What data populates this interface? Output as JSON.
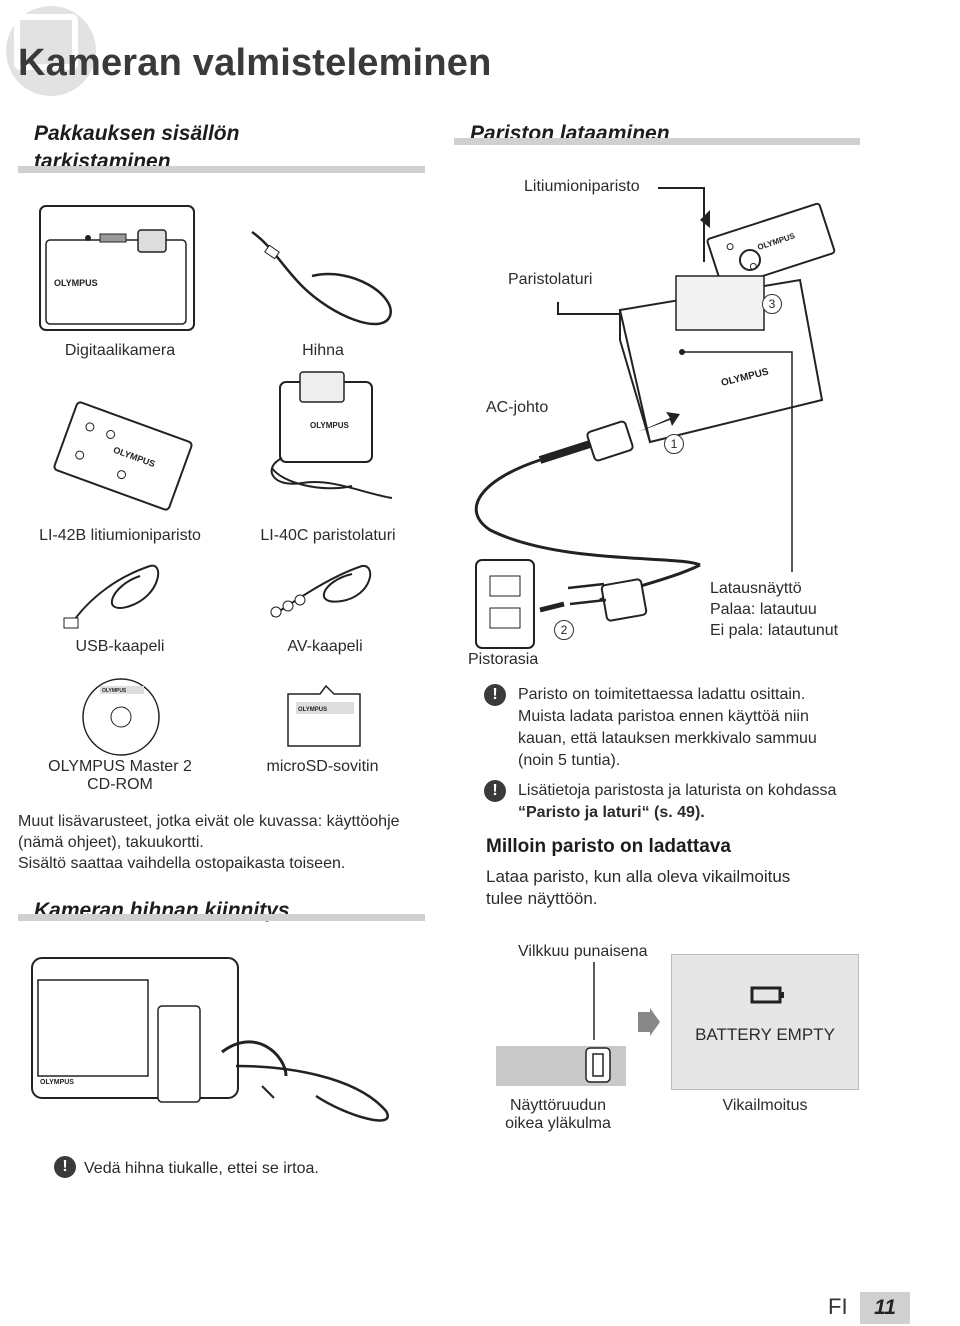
{
  "title": "Kameran valmisteleminen",
  "sections": {
    "contents": {
      "heading_line1": "Pakkauksen sisällön",
      "heading_line2": "tarkistaminen",
      "items": {
        "camera": "Digitaalikamera",
        "strap": "Hihna",
        "battery": "LI-42B litiumioniparisto",
        "charger": "LI-40C paristolaturi",
        "usb": "USB-kaapeli",
        "av": "AV-kaapeli",
        "cd_line1": "OLYMPUS Master 2",
        "cd_line2": "CD-ROM",
        "sd": "microSD-sovitin"
      },
      "note_line1": "Muut lisävarusteet, jotka eivät ole kuvassa: käyttöohje",
      "note_line2": "(nämä ohjeet), takuukortti.",
      "note_line3": "Sisältö saattaa vaihdella ostopaikasta toiseen."
    },
    "strap": {
      "heading": "Kameran hihnan kiinnitys",
      "warning": "Vedä hihna tiukalle, ettei se irtoa."
    },
    "charging": {
      "heading": "Pariston lataaminen",
      "labels": {
        "battery": "Litiumioniparisto",
        "charger": "Paristolaturi",
        "ac_cord": "AC-johto",
        "outlet": "Pistorasia",
        "indicator_title": "Latausnäyttö",
        "indicator_on": "Palaa: latautuu",
        "indicator_off": "Ei pala: latautunut"
      },
      "steps": [
        "1",
        "2",
        "3"
      ],
      "notes": {
        "n1_line1": "Paristo on toimitettaessa ladattu osittain.",
        "n1_line2": "Muista ladata paristoa ennen käyttöä niin",
        "n1_line3": "kauan, että latauksen merkkivalo sammuu",
        "n1_line4": "(noin 5 tuntia).",
        "n2_line1": "Lisätietoja paristosta ja laturista on kohdassa",
        "n2_line2": "“Paristo ja laturi“ (s. 49)."
      }
    },
    "when_charge": {
      "heading": "Milloin paristo on ladattava",
      "text_line1": "Lataa paristo, kun alla oleva vikailmoitus",
      "text_line2": "tulee näyttöön.",
      "blink_label": "Vilkkuu punaisena",
      "screen_msg": "BATTERY EMPTY",
      "corner_label_line1": "Näyttöruudun",
      "corner_label_line2": "oikea yläkulma",
      "error_label": "Vikailmoitus"
    }
  },
  "brand": "OLYMPUS",
  "warn_symbol": "!",
  "footer": {
    "lang": "FI",
    "page": "11"
  }
}
